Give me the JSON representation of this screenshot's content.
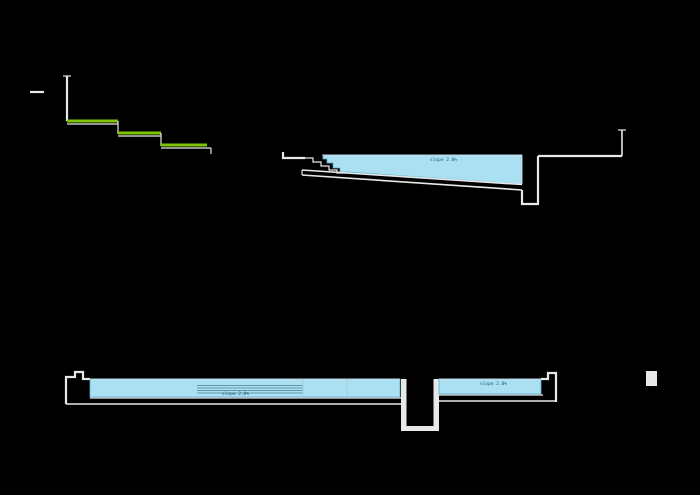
{
  "colors": {
    "background": "#000000",
    "line": "#e8e8e8",
    "line_dim": "#9ec7d6",
    "detail_line": "#4d7f93",
    "grass": "#7cc500",
    "water": "#abdff2",
    "water_edge": "#56b0d2",
    "annotation_text": "#1c5a74"
  },
  "annotations": {
    "upper_pool_note": "slope 2.0%",
    "lower_pool_note_center": "slope 2.0%",
    "lower_pool_note_right": "slope 2.0%"
  }
}
